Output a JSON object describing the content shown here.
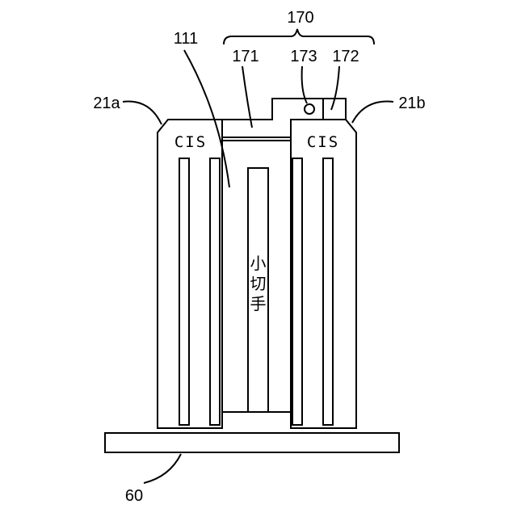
{
  "labels": {
    "ref_170": "170",
    "ref_111": "111",
    "ref_171": "171",
    "ref_173": "173",
    "ref_172": "172",
    "ref_21a": "21a",
    "ref_21b": "21b",
    "ref_60": "60"
  },
  "sensors": {
    "left_text": "CIS",
    "right_text": "CIS"
  },
  "medium": {
    "chars": [
      "小",
      "切",
      "手"
    ]
  }
}
